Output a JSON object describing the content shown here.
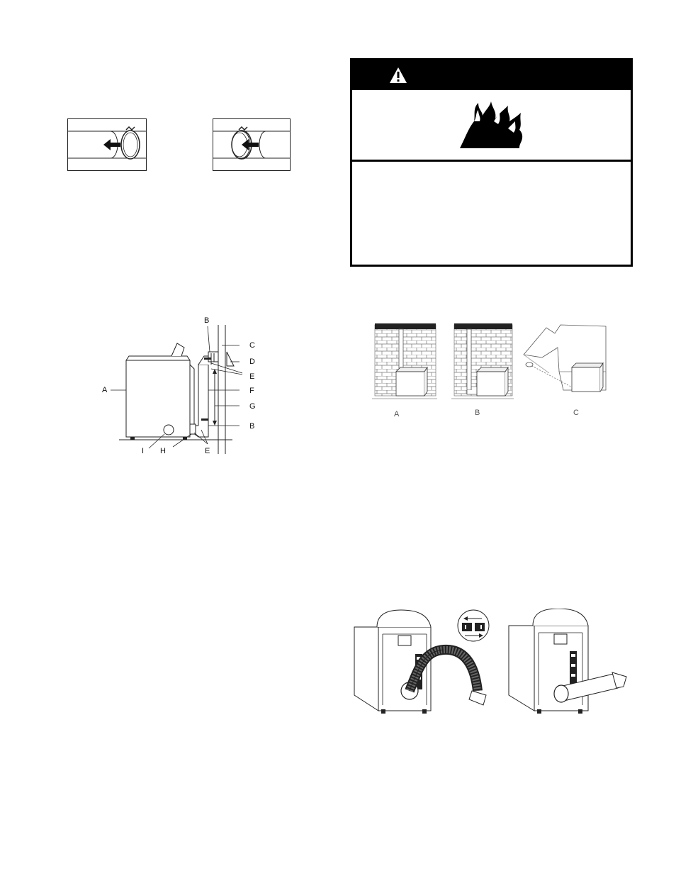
{
  "warning": {
    "title": "",
    "icon": "warning-triangle-icon",
    "symbol": "fire-hazard-icon"
  },
  "clamp_figures": {
    "left_icon": "arrow-left-icon",
    "right_icon": "arrow-left-icon"
  },
  "side_view": {
    "labels": {
      "a": "A",
      "b_top": "B",
      "c": "C",
      "d": "D",
      "e_top": "E",
      "f": "F",
      "g": "G",
      "b_bottom": "B",
      "e_bottom": "E",
      "h": "H",
      "i": "I"
    }
  },
  "vent_options": {
    "captions": [
      "A",
      "B",
      "C"
    ]
  },
  "hose_figures": {
    "icon": "arrows-left-right-icon"
  },
  "colors": {
    "line": "#222222",
    "background": "#ffffff",
    "warning_bar": "#000000"
  }
}
